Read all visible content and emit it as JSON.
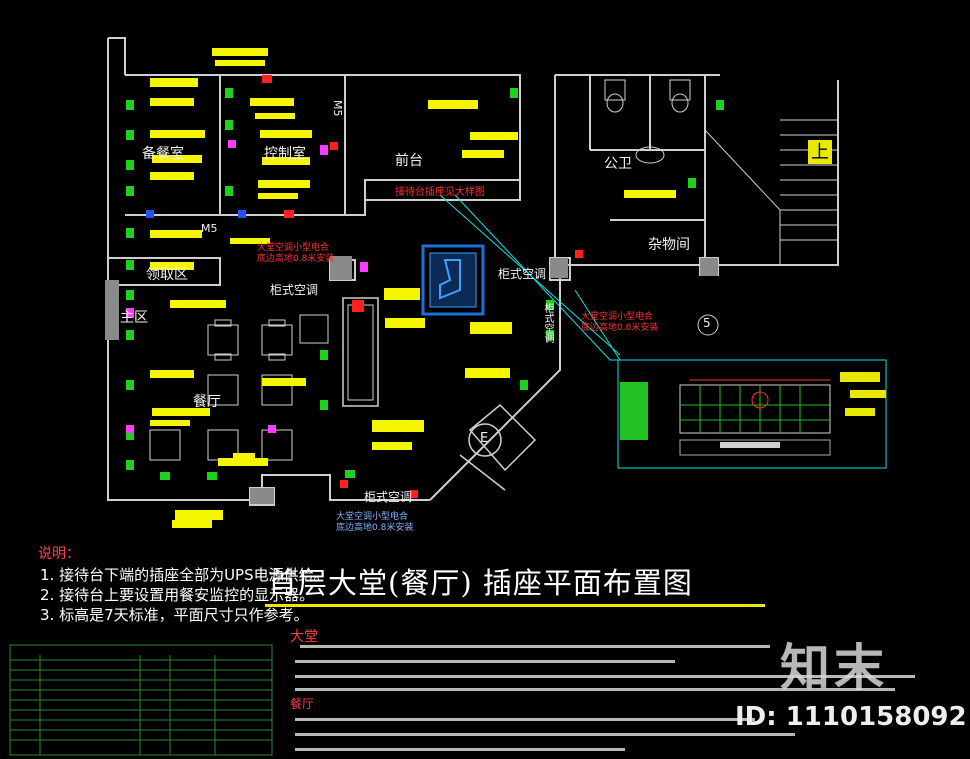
{
  "rooms": {
    "prep": "备餐室",
    "control": "控制室",
    "front_desk": "前台",
    "toilet": "公卫",
    "storage": "杂物间",
    "collect": "领取区",
    "host": "主区",
    "dining": "餐厅",
    "up": "上"
  },
  "labels": {
    "detail_ref": "接待台插座见大样图",
    "cab_ac_left": "柜式空调",
    "cab_ac_right": "柜式空调",
    "cab_ac_bottom": "柜式空调",
    "cab_ac_side": "柜式空调",
    "m5_a": "M5",
    "m5_b": "M5",
    "circle_num": "5",
    "ac_note1_a": "大堂空调小型电合",
    "ac_note1_b": "底边高地0.8米安装",
    "ac_note2_a": "大堂空调小型电合",
    "ac_note2_b": "底边高地0.8米安装",
    "ac_note3_a": "大堂空调小型电合",
    "ac_note3_b": "底边高地0.8米安装",
    "door_e": "E"
  },
  "notes": {
    "heading": "说明：",
    "items": [
      "1. 接待台下端的插座全部为UPS电源供给。",
      "2. 接待台上要设置用餐安监控的显示器。",
      "3. 标高是7天标准，平面尺寸只作参考。"
    ]
  },
  "title": "首层大堂(餐厅) 插座平面布置图",
  "sections": {
    "hall": "大堂",
    "restaurant": "餐厅"
  },
  "brand": "知末",
  "id_text": "ID: 1110158092",
  "colors": {
    "background": "#000000",
    "wall": "#d0d0d0",
    "highlight": "#f5f500",
    "socket_green": "#1fd11f",
    "socket_red": "#ff2020",
    "socket_magenta": "#ff3cff",
    "leader_cyan": "#00e5e5",
    "reception_blue": "#1e6fd9"
  }
}
